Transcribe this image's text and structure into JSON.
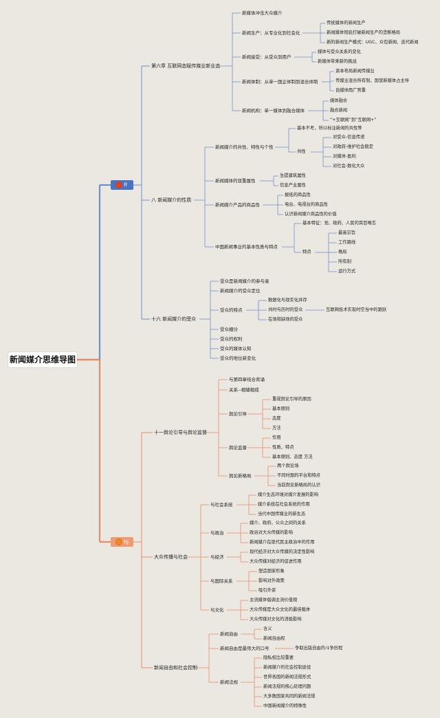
{
  "root": "新闻媒介思维导图",
  "hubs": [
    {
      "label": "ff",
      "color": "#4a74c0"
    },
    {
      "label": "fg",
      "color": "#f09a73"
    }
  ],
  "colors": {
    "blue_branch": "#6e8fca",
    "orange_branch": "#e88a66",
    "background": "#ebe8e1"
  },
  "sections": {
    "ch6": {
      "title": "第六章 互联网态赋传媒业新业态",
      "items": [
        {
          "label": "新媒体冲击大众媒介",
          "children": []
        },
        {
          "label": "新闻生产：从专业化到社会化",
          "children": [
            "传统媒体的新闻生产",
            "新闻媒体彻底打破新闻生产的垄断格局",
            "新的新闻生产模式：UGC、众包新闻、迭代新闻"
          ]
        },
        {
          "label": "新闻接受：从受众到用户",
          "children": [
            "媒体与受众关系的变化",
            "新媒体带来新的挑战"
          ]
        },
        {
          "label": "新闻体制：从单一国企体制到混合体制",
          "children": [
            "资本布局新闻传媒业",
            "传媒业混合所有制、国营新媒体占主导",
            "自媒体雨广势重"
          ]
        },
        {
          "label": "新闻机构：单一媒体到融合媒体",
          "children": [
            "媒体融合",
            "融合新闻",
            "“+互联网”到“互联网+”"
          ]
        }
      ]
    },
    "ch8": {
      "title": "八 新闻媒介的性质",
      "commonality": {
        "label": "新闻媒介的共性、特性与个性",
        "child1": "基本不考，所以标注新闻的共性等",
        "gongxing": "共性",
        "gongxing_items": [
          "对受众-信息传递",
          "对政府-维护社会稳定",
          "对媒体-盈利",
          "对社会-数化大众"
        ]
      },
      "dual": {
        "label": "新闻媒体的双重属性",
        "children": [
          "生提建筑属性",
          "信息产业属性"
        ]
      },
      "commodity": {
        "label": "新闻媒介产品的商品性",
        "children": [
          "报纸的商品性",
          "电台、电视台的商品性",
          "认识新闻媒介商品性的价值"
        ]
      },
      "china": {
        "label": "中国新闻事业的基本性质与特点",
        "basic": "基本特征：党、政府、人民的耳目喉舌",
        "tedian": "特点",
        "tedian_items": [
          "最高宗旨",
          "工作路线",
          "格局",
          "所有制",
          "运行方式"
        ]
      }
    },
    "ch16": {
      "title": "十六 新闻媒介的受众",
      "items": [
        "受众是新闻媒介的参与者",
        "新闻媒介的受众定位"
      ],
      "features": {
        "label": "受众的特点",
        "children": [
          "数据化与现实化并存",
          "共时与历时的受众",
          "在场和缺场的受众"
        ],
        "note": "互联网技术实现时空当中的跟跃"
      },
      "more": [
        "受众细分",
        "受众的权利",
        "受众的媒体认知",
        "受众的地位新变化"
      ]
    },
    "ch11": {
      "title": "十一舆论引导与舆论监督",
      "items": [
        "与第四章结合背诵",
        "关系--相辅相成"
      ],
      "guide": {
        "label": "舆论引导",
        "children": [
          "重视舆论引导的原因",
          "基本原则",
          "态度",
          "方法"
        ]
      },
      "supervise": {
        "label": "舆论监督",
        "children": [
          "作用",
          "性质、特点",
          "基本原则、态度 方法"
        ]
      },
      "pattern": {
        "label": "舆论新格局",
        "children": [
          "两个舆论场",
          "不同时期的平台和特点",
          "当前舆论新格局的认识"
        ]
      }
    },
    "mass": {
      "title": "大众传播与社会",
      "social": {
        "label": "与社会系统",
        "children": [
          "媒介生态环境对媒介发展的影响",
          "媒介系统在社会系统的作用",
          "当代中国传媒业的新生态"
        ]
      },
      "politics": {
        "label": "与政治",
        "children": [
          "媒介、政府、公众之间的关系",
          "政治对大众传媒的影响",
          "新闻媒介在现代民主政治中的作用"
        ]
      },
      "economy": {
        "label": "与经济",
        "children": [
          "现代经济对大众传媒的决定性影响",
          "大众传媒对经济的促进作用"
        ]
      },
      "intl": {
        "label": "与国际关系",
        "children": [
          "塑造国家形象",
          "影响对外政策",
          "吸引外资"
        ]
      },
      "culture": {
        "label": "与文化",
        "children": [
          "主流媒体倡调主流价值观",
          "大众传媒是大众文化的最佳载体",
          "大众传媒对文化的消极影响"
        ]
      }
    },
    "freedom": {
      "title": "新闻自由和社会控制",
      "free": {
        "label": "新闻自由",
        "children": [
          "含义",
          "新闻自由权"
        ]
      },
      "slogan": {
        "label": "新闻自由是最伟大的口号",
        "child": "争取出版自由的斗争历程"
      },
      "law": {
        "label": "新闻法规",
        "children": [
          "隐私权比较重要",
          "新闻媒介的社会控制途径",
          "世界各国的新闻法规形式",
          "新闻法规的核心处理问题",
          "大多数国家共同的新闻法规",
          "中国新闻媒介的特殊性"
        ]
      }
    }
  }
}
